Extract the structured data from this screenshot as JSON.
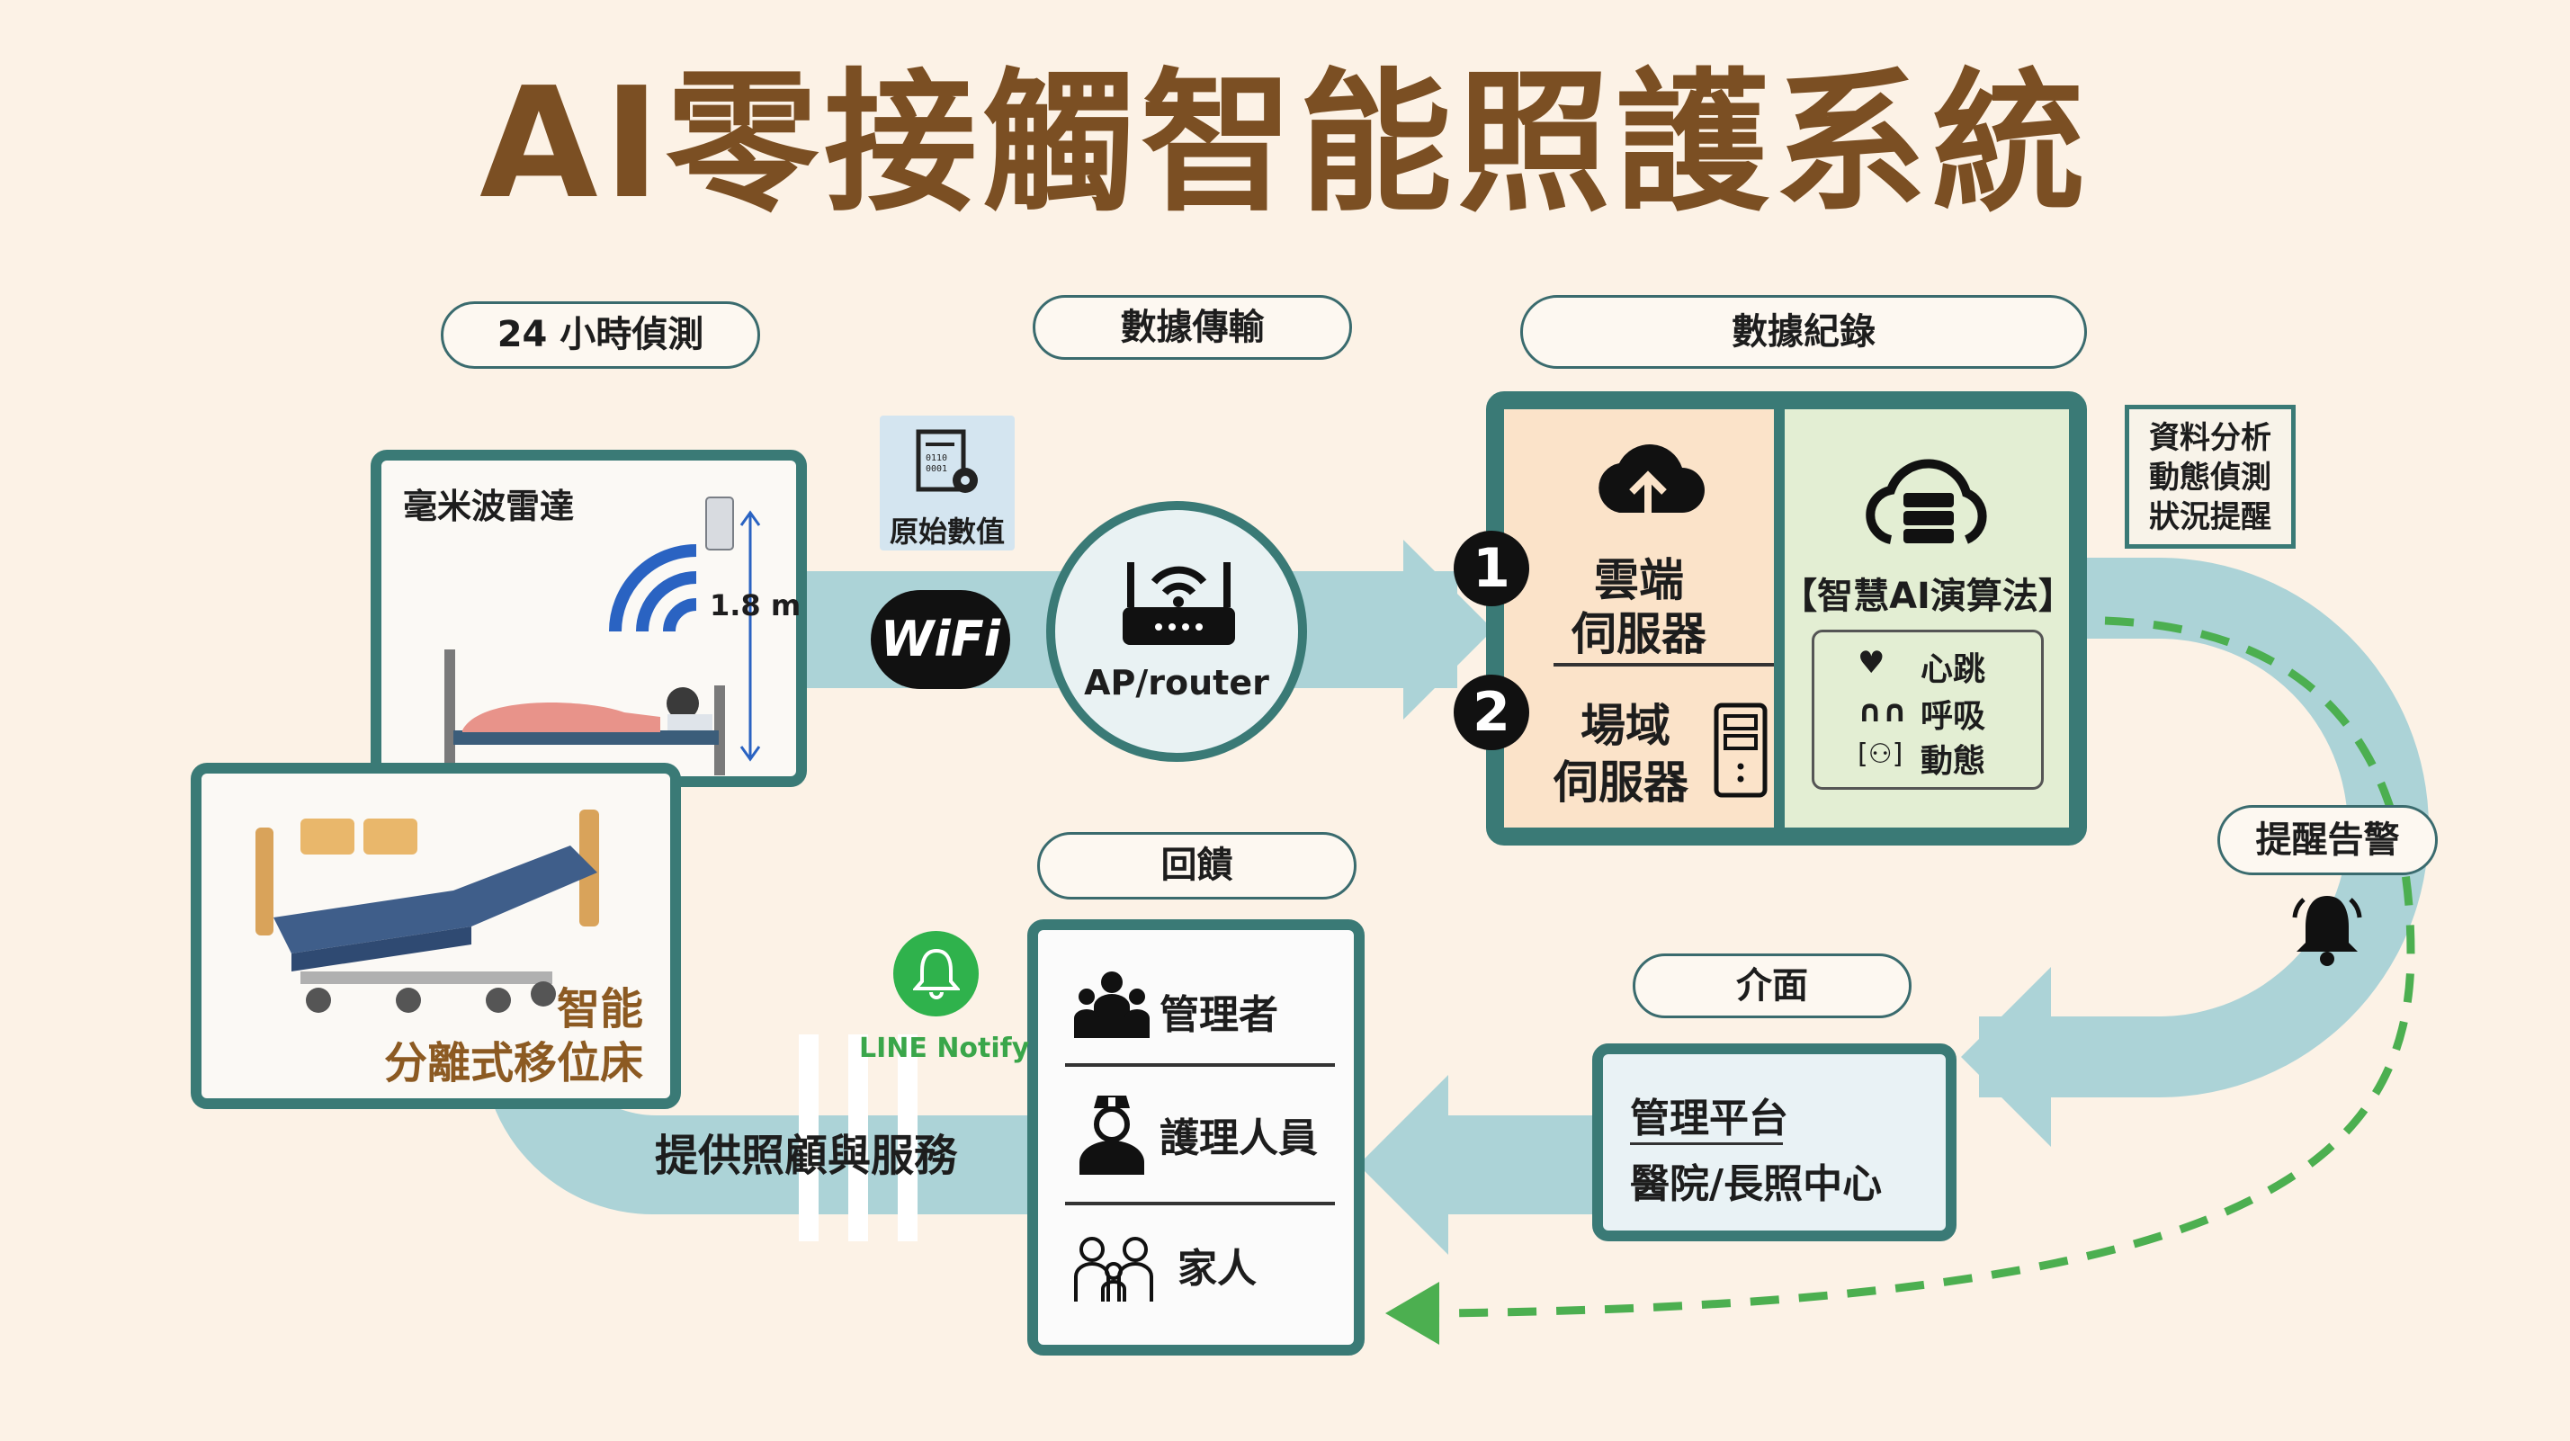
{
  "title": "AI零接觸智能照護系統",
  "stages": {
    "detect": "24 小時偵測",
    "transmit": "數據傳輸",
    "record": "數據紀錄",
    "feedback": "回饋",
    "interface": "介面"
  },
  "radar": {
    "label": "毫米波雷達",
    "height": "1.8 m"
  },
  "bed": {
    "line1": "智能",
    "line2": "分離式移位床"
  },
  "raw_data_label": "原始數值",
  "wifi_label": "WiFi",
  "router_label": "AP/router",
  "servers": {
    "cloud_num": "1",
    "cloud_line1": "雲端",
    "cloud_line2": "伺服器",
    "local_num": "2",
    "local_line1": "場域",
    "local_line2": "伺服器"
  },
  "ai": {
    "title": "【智慧AI演算法】",
    "items": [
      "心跳",
      "呼吸",
      "動態"
    ]
  },
  "analysis_box": [
    "資料分析",
    "動態偵測",
    "狀況提醒"
  ],
  "alert_label": "提醒告警",
  "platform": {
    "line1": "管理平台",
    "line2": "醫院/長照中心"
  },
  "feedback_roles": [
    "管理者",
    "護理人員",
    "家人"
  ],
  "line_notify": "LINE Notify",
  "service_label": "提供照顧與服務",
  "colors": {
    "flow": "#acd3d7",
    "border": "#3a7a76",
    "title": "#7b4f23",
    "dashed": "#4caf50",
    "cloud_bg": "#fbe3c9",
    "ai_bg": "#e3eed3"
  }
}
